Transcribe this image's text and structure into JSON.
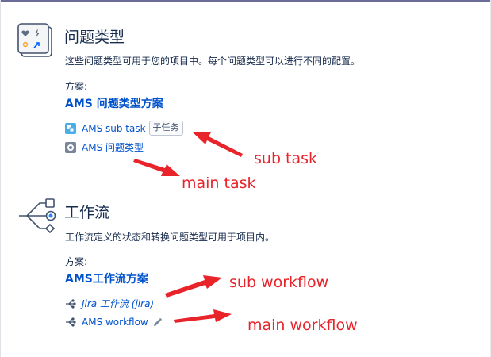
{
  "issue_types": {
    "title": "问题类型",
    "description": "这些问题类型可用于您的项目中。每个问题类型可以进行不同的配置。",
    "scheme_label": "方案:",
    "scheme_name": "AMS 问题类型方案",
    "items": [
      {
        "label": "AMS sub task",
        "badge": "子任务",
        "icon": "subtask-icon"
      },
      {
        "label": "AMS 问题类型",
        "icon": "issue-type-icon"
      }
    ]
  },
  "workflows": {
    "title": "工作流",
    "description": "工作流定义的状态和转换问题类型可用于项目内。",
    "scheme_label": "方案:",
    "scheme_name": "AMS工作流方案",
    "items": [
      {
        "label": "Jira 工作流 (jira)",
        "icon": "workflow-icon",
        "italic": true
      },
      {
        "label": "AMS workflow",
        "icon": "workflow-icon",
        "edit_icon": "pencil-icon"
      }
    ]
  },
  "annotations": {
    "sub_task": "sub task",
    "main_task": "main task",
    "sub_workflow": "sub workflow",
    "main_workflow": "main workflow"
  },
  "colors": {
    "link": "#0052cc",
    "text": "#172b4d",
    "annotation": "#e8232a",
    "subtask_icon": "#4bade8",
    "issue_type_icon": "#7a869a"
  }
}
